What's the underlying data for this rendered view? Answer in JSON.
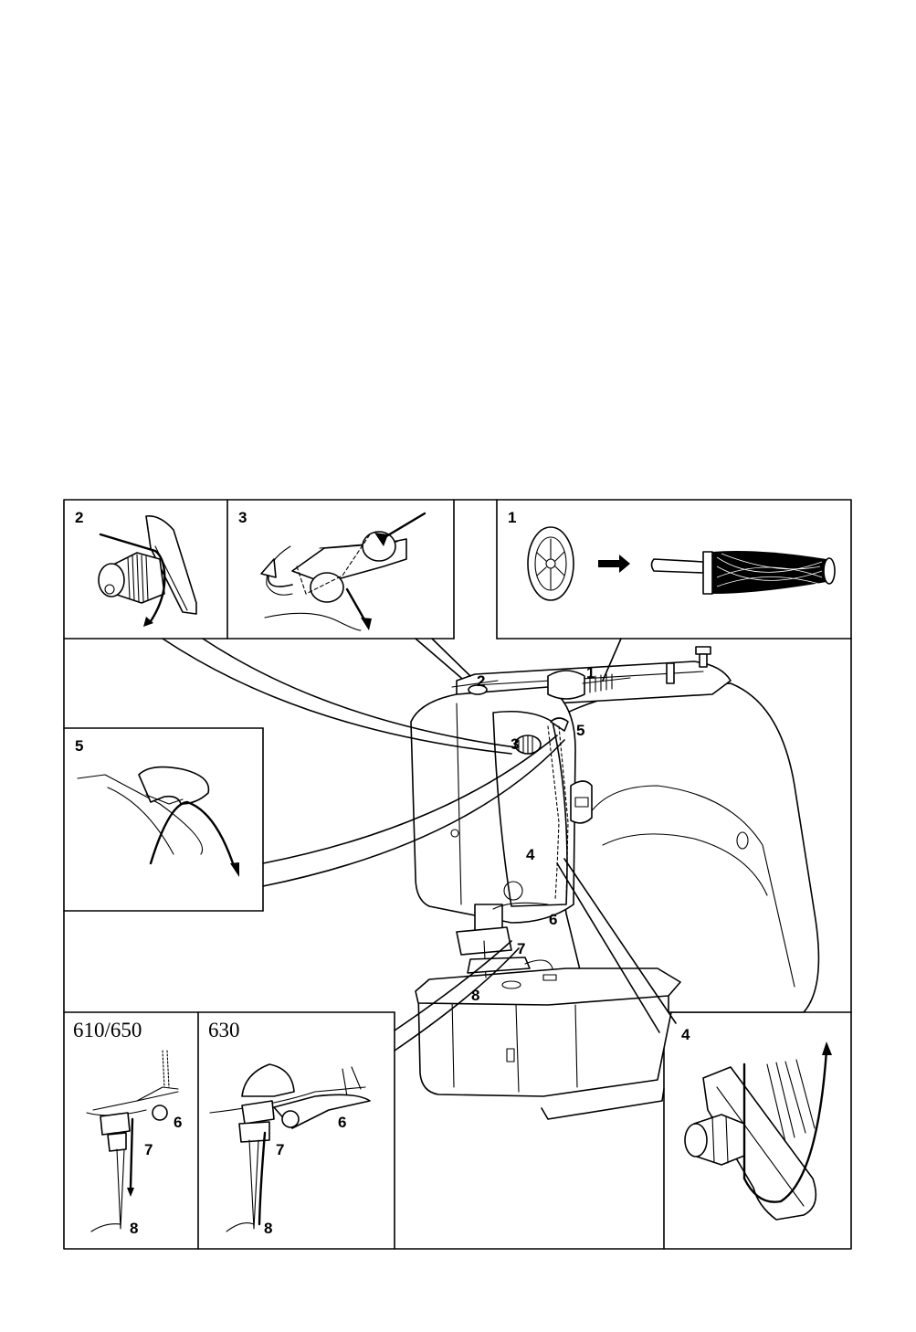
{
  "panels": {
    "spool": {
      "step": "1"
    },
    "thread_guide": {
      "step": "2"
    },
    "tension": {
      "step": "3"
    },
    "guide_4": {
      "step": "4"
    },
    "take_up": {
      "step": "5"
    },
    "needle_610": {
      "model": "610/650",
      "labels": [
        "6",
        "7",
        "8"
      ]
    },
    "needle_630": {
      "model": "630",
      "labels": [
        "6",
        "7",
        "8"
      ]
    }
  },
  "main_callouts": [
    "1",
    "2",
    "3",
    "4",
    "5",
    "6",
    "7",
    "8"
  ]
}
